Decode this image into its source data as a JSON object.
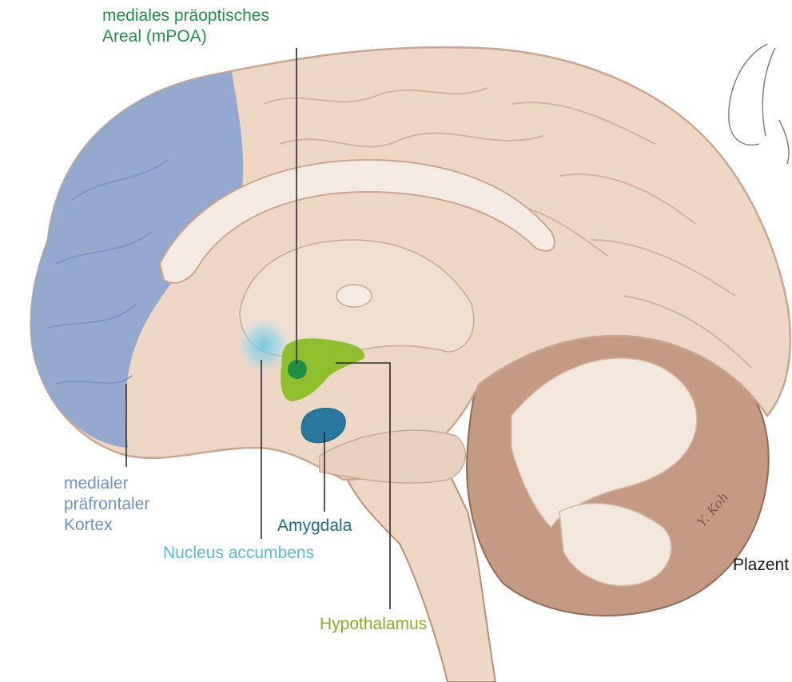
{
  "labels": {
    "mpoa": [
      "mediales präoptisches",
      "Areal (mPOA)"
    ],
    "mpfc": [
      "medialer",
      "präfrontaler",
      "Kortex"
    ],
    "amygdala": "Amygdala",
    "nacc": "Nucleus accumbens",
    "hypothalamus": "Hypothalamus",
    "plazenta": "Plazent"
  },
  "signature": "Y. Koh",
  "colors": {
    "mpoa": "#1f8f45",
    "mpfc": "#6f92c2",
    "amygdala": "#1d6b8a",
    "nacc": "#5cb8d4",
    "hypothalamus": "#8aaa1f",
    "brain": "#eed7c5",
    "cerebellum": "#b98f78"
  }
}
